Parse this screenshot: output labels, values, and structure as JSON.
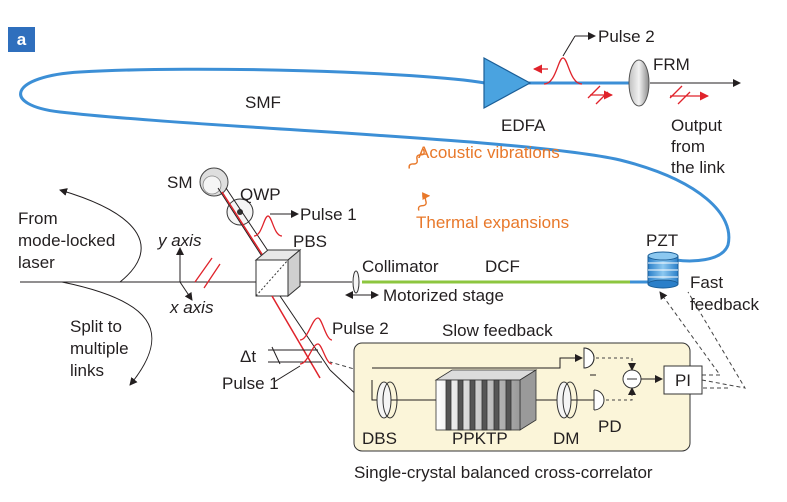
{
  "panel_label": "a",
  "colors": {
    "fiber_blue": "#3c8fd6",
    "fiber_green": "#8dc63f",
    "pulse_red": "#e0232b",
    "orange": "#e8782a",
    "box_fill": "#fbf5d9",
    "panel_badge": "#2f6fbd",
    "edfa": "#4aa3e0"
  },
  "labels": {
    "pulse2_top": "Pulse 2",
    "frm": "FRM",
    "smf": "SMF",
    "edfa": "EDFA",
    "output": [
      "Output",
      "from",
      "the link"
    ],
    "acoustic": "Acoustic vibrations",
    "thermal": "Thermal expansions",
    "sm": "SM",
    "qwp": "QWP",
    "pulse1_top": "Pulse 1",
    "from_laser": [
      "From",
      "mode-locked",
      "laser"
    ],
    "y_axis": "y axis",
    "x_axis": "x axis",
    "pbs": "PBS",
    "collimator": "Collimator",
    "dcf": "DCF",
    "motorized": "Motorized stage",
    "pzt": "PZT",
    "fast_feedback": [
      "Fast",
      "feedback"
    ],
    "split": [
      "Split to",
      "multiple",
      "links"
    ],
    "pulse2_mid": "Pulse 2",
    "slow_feedback": "Slow feedback",
    "delta_t": "Δt",
    "pulse1_bottom": "Pulse 1",
    "pi": "PI",
    "pd": "PD",
    "dbs": "DBS",
    "ppktp": "PPKTP",
    "dm": "DM",
    "correlator": "Single-crystal balanced cross-correlator"
  }
}
